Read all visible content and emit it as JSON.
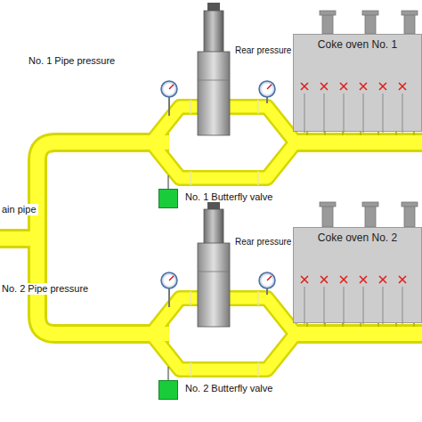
{
  "diagram": {
    "nodes": [
      {
        "text": [
          "Coke oven No. 1"
        ]
      },
      {
        "text": [
          "No. 1 Butterfly valve"
        ]
      },
      {
        "text": [
          "Coke oven No. 2"
        ]
      },
      {
        "text": [
          "No. 2 Butterfly valve"
        ]
      }
    ],
    "labels": [
      "No. 1 Pipe pressure",
      "Rear pressure",
      "ain pipe",
      "No. 2 Pipe pressure",
      "Rear pressure"
    ]
  }
}
